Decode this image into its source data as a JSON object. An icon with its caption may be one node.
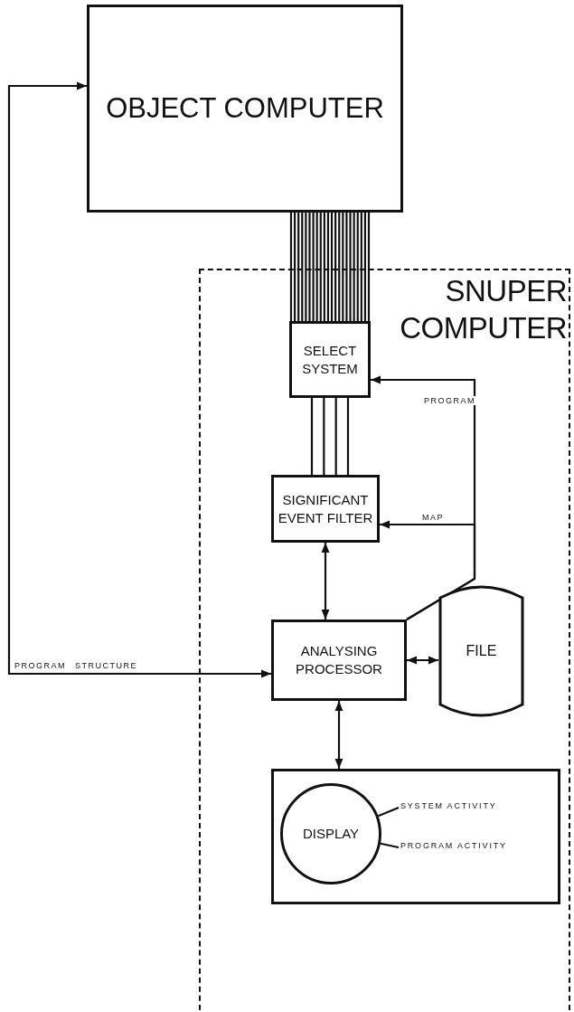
{
  "diagram": {
    "nodes": [
      {
        "text": [
          "OBJECT COMPUTER"
        ]
      },
      {
        "text": [
          "SNUPER COMPUTER"
        ]
      },
      {
        "text": [
          "SELECT SYSTEM"
        ],
        "in": 1
      },
      {
        "text": [
          "SIGNIFICANT EVENT FILTER"
        ],
        "in": 1
      },
      {
        "text": [
          "ANALYSING PROCESSOR"
        ],
        "in": 1
      },
      {
        "text": [
          "FILE"
        ],
        "in": 1
      },
      {
        "text": [],
        "shape": "box",
        "in": 1
      },
      {
        "text": [
          "DISPLAY"
        ],
        "in": 6
      },
      {
        "text": [
          "SYSTEM ACTIVITY"
        ],
        "in": 6
      },
      {
        "text": [
          "PROGRAM ACTIVITY"
        ],
        "in": 6
      }
    ],
    "edges": [
      {
        "from": 0,
        "to": 2,
        "arrow": "none"
      },
      {
        "from": 2,
        "to": 3,
        "arrow": "none"
      },
      {
        "from": 4,
        "to": 2,
        "arrow": "to",
        "label": "PROGRAM"
      },
      {
        "from": 4,
        "to": 3,
        "arrow": "to",
        "label": "MAP"
      },
      {
        "from": 3,
        "to": 4,
        "arrow": "both"
      },
      {
        "from": 4,
        "to": 5,
        "arrow": "both"
      },
      {
        "from": 4,
        "to": 6,
        "arrow": "both"
      },
      {
        "from": 0,
        "to": 4,
        "arrow": "both",
        "label": "PROGRAM STRUCTURE"
      },
      {
        "from": 7,
        "to": 8,
        "arrow": "none"
      },
      {
        "from": 7,
        "to": 9,
        "arrow": "none"
      }
    ]
  }
}
